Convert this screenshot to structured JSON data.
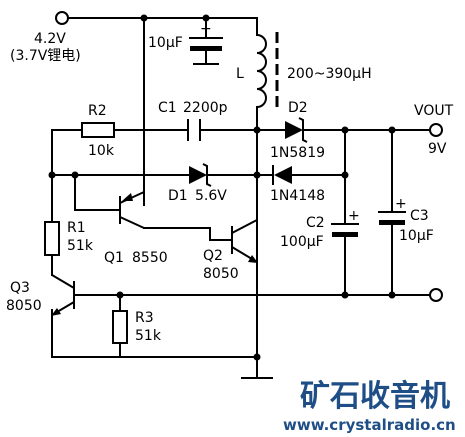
{
  "power_input": {
    "voltage": "4.2V",
    "note": "(3.7V锂电)"
  },
  "output": {
    "name": "VOUT",
    "voltage": "9V"
  },
  "components": {
    "input_cap": {
      "value": "10μF",
      "polarity": "+"
    },
    "inductor": {
      "name": "L",
      "value": "200~390μH"
    },
    "r2": {
      "name": "R2",
      "value": "10k"
    },
    "c1": {
      "name": "C1",
      "value": "2200p"
    },
    "d2": {
      "name": "D2",
      "part": "1N5819"
    },
    "d1": {
      "name": "D1",
      "value": "5.6V"
    },
    "d3": {
      "part": "1N4148"
    },
    "r1": {
      "name": "R1",
      "value": "51k"
    },
    "q1": {
      "name": "Q1",
      "part": "8550"
    },
    "q2": {
      "name": "Q2",
      "part": "8050"
    },
    "q3": {
      "name": "Q3",
      "part": "8050"
    },
    "r3": {
      "name": "R3",
      "value": "51k"
    },
    "c2": {
      "name": "C2",
      "value": "100μF",
      "polarity": "+"
    },
    "c3": {
      "name": "C3",
      "value": "10μF",
      "polarity": "+"
    }
  },
  "watermark": {
    "title": "矿石收音机",
    "url": "www.crystalradio.cn"
  },
  "colors": {
    "wire": "#000000",
    "watermark": "#1f4e86",
    "background": "#ffffff"
  }
}
